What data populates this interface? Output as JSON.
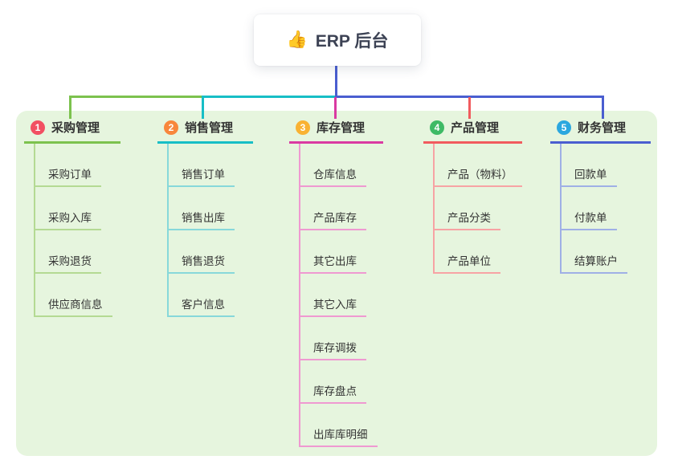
{
  "root": {
    "icon": "thumbs-up-icon",
    "icon_glyph": "👍",
    "label": "ERP 后台"
  },
  "colors": {
    "panel_bg": "#e6f5de",
    "root_line": "#4a5ed0",
    "card_bg": "#ffffff",
    "text": "#333333"
  },
  "branches": [
    {
      "badge": "1",
      "label": "采购管理",
      "badge_color": "#f25062",
      "line_color": "#7cc24e",
      "child_line_color": "#b4da93",
      "children": [
        "采购订单",
        "采购入库",
        "采购退货",
        "供应商信息"
      ]
    },
    {
      "badge": "2",
      "label": "销售管理",
      "badge_color": "#f8873c",
      "line_color": "#17bec6",
      "child_line_color": "#87d8da",
      "children": [
        "销售订单",
        "销售出库",
        "销售退货",
        "客户信息"
      ]
    },
    {
      "badge": "3",
      "label": "库存管理",
      "badge_color": "#f9b233",
      "line_color": "#da3aa2",
      "child_line_color": "#ef99d1",
      "children": [
        "仓库信息",
        "产品库存",
        "其它出库",
        "其它入库",
        "库存调拨",
        "库存盘点",
        "出库库明细"
      ]
    },
    {
      "badge": "4",
      "label": "产品管理",
      "badge_color": "#3eba65",
      "line_color": "#f15b5e",
      "child_line_color": "#f7a3a4",
      "children": [
        "产品（物料）",
        "产品分类",
        "产品单位"
      ]
    },
    {
      "badge": "5",
      "label": "财务管理",
      "badge_color": "#2ba7df",
      "line_color": "#4a5ed0",
      "child_line_color": "#9fb0e6",
      "children": [
        "回款单",
        "付款单",
        "结算账户"
      ]
    }
  ]
}
